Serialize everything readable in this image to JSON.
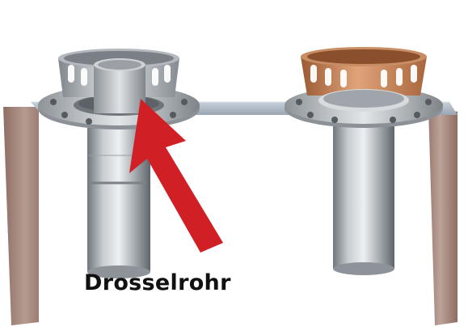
{
  "caption": {
    "text": "Drosselrohr"
  },
  "illustration": {
    "left_drain": "roof-drain-with-throttle-pipe",
    "right_drain": "roof-drain-standard",
    "arrow": "red-arrow-icon"
  },
  "colors": {
    "arrow": "#d11f26",
    "copper_grate": "#c27a4a",
    "steel": "#b9bec3",
    "wall": "#a98a80",
    "background": "#ffffff"
  }
}
